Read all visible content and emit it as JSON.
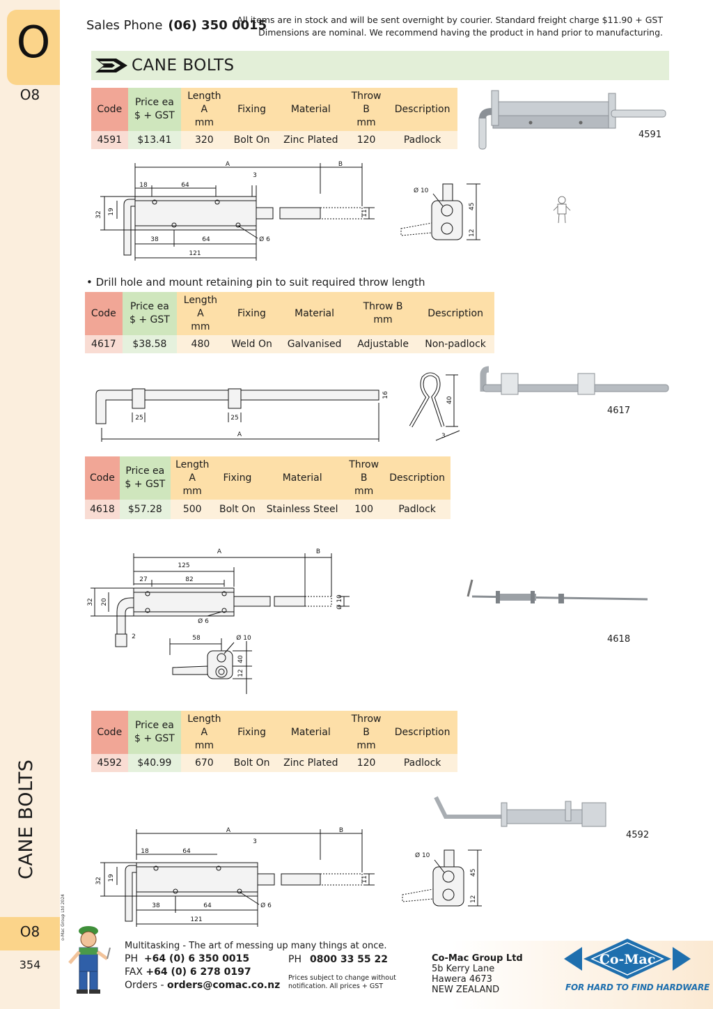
{
  "sidebar": {
    "letter": "O",
    "section_top": "O8",
    "vertical_title": "CANE BOLTS",
    "copyright": "© Co-Mac Group Ltd 2024",
    "section_bottom": "O8",
    "page_number": "354"
  },
  "header": {
    "sales_label": "Sales Phone",
    "sales_number": "(06) 350 0015",
    "notice_line1": "All items are in stock and will be sent overnight by courier. Standard freight charge $11.90 + GST",
    "notice_line2": "Dimensions are nominal. We recommend having the product in hand prior to manufacturing."
  },
  "banner": {
    "title": "CANE BOLTS"
  },
  "column_headers": {
    "code": "Code",
    "price": [
      "Price ea",
      "$ + GST"
    ],
    "length": [
      "Length",
      "A",
      "mm"
    ],
    "fixing": "Fixing",
    "material": "Material",
    "throw": [
      "Throw",
      "B",
      "mm"
    ],
    "throw_4617": [
      "Throw B",
      "mm"
    ],
    "description": "Description"
  },
  "products": [
    {
      "code": "4591",
      "price": "$13.41",
      "length": "320",
      "fixing": "Bolt On",
      "material": "Zinc Plated",
      "throw": "120",
      "description": "Padlock"
    },
    {
      "code": "4617",
      "price": "$38.58",
      "length": "480",
      "fixing": "Weld On",
      "material": "Galvanised",
      "throw": "Adjustable",
      "description": "Non-padlock"
    },
    {
      "code": "4618",
      "price": "$57.28",
      "length": "500",
      "fixing": "Bolt On",
      "material": "Stainless Steel",
      "throw": "100",
      "description": "Padlock"
    },
    {
      "code": "4592",
      "price": "$40.99",
      "length": "670",
      "fixing": "Bolt On",
      "material": "Zinc Plated",
      "throw": "120",
      "description": "Padlock"
    }
  ],
  "note": "• Drill hole and mount retaining pin to suit required throw length",
  "dims": {
    "a": "A",
    "b": "B",
    "d18": "18",
    "d64": "64",
    "d3": "3",
    "d32": "32",
    "d19": "19",
    "d38": "38",
    "d121": "121",
    "d6": "Ø 6",
    "d10": "Ø 10",
    "d45": "45",
    "d12": "12",
    "d11": "11",
    "d25": "25",
    "d16": "16",
    "d40": "40",
    "d3b": "3",
    "d125": "125",
    "d27": "27",
    "d82": "82",
    "d20": "20",
    "d2": "2",
    "d58": "58"
  },
  "footer": {
    "motto": "Multitasking - The art of messing up many things at once.",
    "ph_label": "PH",
    "ph": "+64 (0) 6 350 0015",
    "fax_label": "FAX",
    "fax": "+64 (0) 6 278 0197",
    "orders_label": "Orders -",
    "orders": "orders@comac.co.nz",
    "ph2_label": "PH",
    "ph2": "0800 33 55 22",
    "fine1": "Prices subject to change without",
    "fine2": "notification. All prices + GST",
    "company": "Co-Mac Group Ltd",
    "addr1": "5b Kerry Lane",
    "addr2": "Hawera 4673",
    "addr3": "NEW ZEALAND",
    "logo_text": "Co-Mac",
    "tagline": "FOR HARD TO FIND HARDWARE"
  },
  "colors": {
    "code_header": "#f1a696",
    "price_header": "#cfe6bd",
    "other_header": "#fddfa8",
    "banner": "#e3efd8",
    "sidebar": "#fbeedd",
    "tab": "#fbd48a",
    "logo": "#1e6fae"
  }
}
